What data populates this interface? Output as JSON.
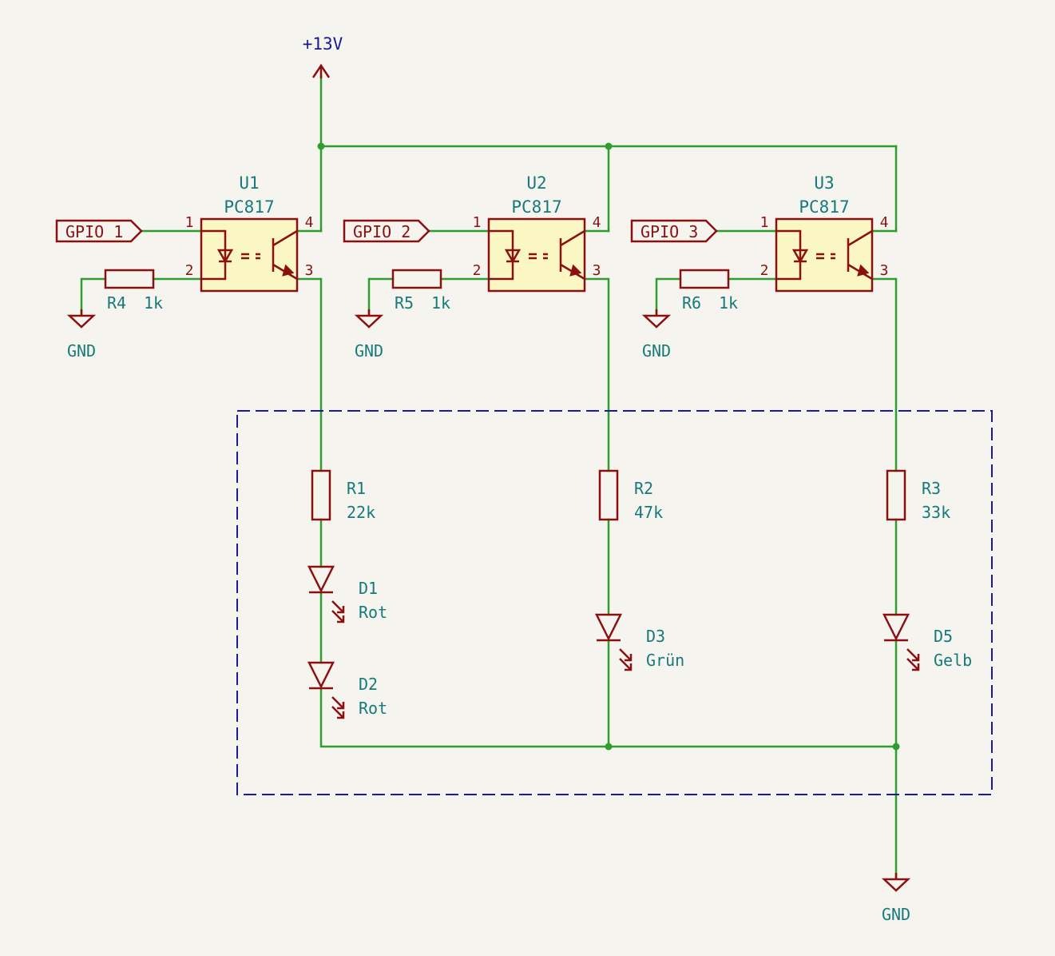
{
  "power": {
    "vcc_label": "+13V",
    "gnd_label": "GND"
  },
  "colors": {
    "background": "#f5f4ef",
    "wire": "#2f9e2f",
    "symbol": "#8b1111",
    "symbol_fill": "#fbf7c4",
    "text": "#177a7a",
    "pin_number": "#8b1111",
    "power_text": "#1a1a90",
    "group_box": "#1a1a9a"
  },
  "optocouplers": [
    {
      "ref": "U1",
      "value": "PC817",
      "input": "GPIO_1",
      "resistor": {
        "ref": "R4",
        "value": "1k"
      },
      "pins": [
        "1",
        "2",
        "3",
        "4"
      ]
    },
    {
      "ref": "U2",
      "value": "PC817",
      "input": "GPIO_2",
      "resistor": {
        "ref": "R5",
        "value": "1k"
      },
      "pins": [
        "1",
        "2",
        "3",
        "4"
      ]
    },
    {
      "ref": "U3",
      "value": "PC817",
      "input": "GPIO_3",
      "resistor": {
        "ref": "R6",
        "value": "1k"
      },
      "pins": [
        "1",
        "2",
        "3",
        "4"
      ]
    }
  ],
  "led_resistors": [
    {
      "ref": "R1",
      "value": "22k"
    },
    {
      "ref": "R2",
      "value": "47k"
    },
    {
      "ref": "R3",
      "value": "33k"
    }
  ],
  "leds": [
    {
      "ref": "D1",
      "value": "Rot"
    },
    {
      "ref": "D2",
      "value": "Rot"
    },
    {
      "ref": "D3",
      "value": "Grün"
    },
    {
      "ref": "D5",
      "value": "Gelb"
    }
  ]
}
